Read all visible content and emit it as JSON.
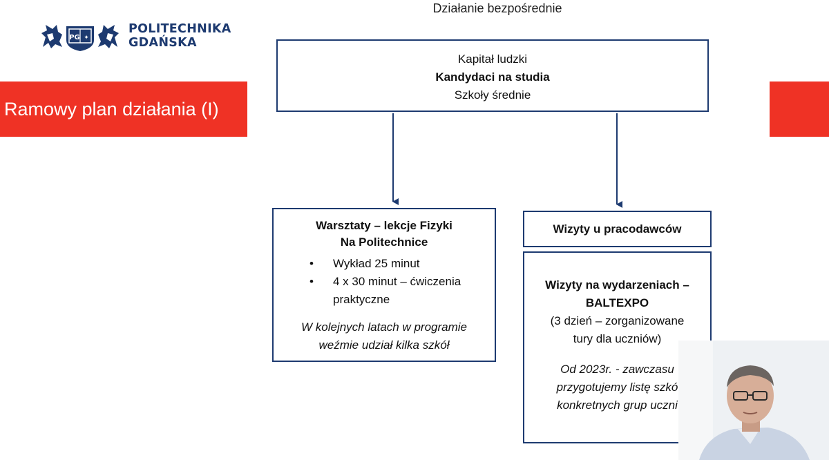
{
  "header": {
    "logo_mark": "PG",
    "logo_line1": "POLITECHNIKA",
    "logo_line2": "GDAŃSKA",
    "top_label": "Działanie bezpośrednie",
    "slide_title": "Ramowy plan działania (I)"
  },
  "top_box": {
    "line1": "Kapitał ludzki",
    "line2": "Kandydaci na studia",
    "line3": "Szkoły średnie"
  },
  "left_box": {
    "title1": "Warsztaty – lekcje Fizyki",
    "title2": "Na Politechnice",
    "bullets": [
      "Wykład 25 minut",
      "4 x 30 minut – ćwiczenia praktyczne"
    ],
    "note1": "W kolejnych latach w programie",
    "note2": "weźmie udział kilka szkół"
  },
  "right_box_a": {
    "label": "Wizyty u pracodawców"
  },
  "right_box_b": {
    "title1": "Wizyty na wydarzeniach –",
    "title2": "BALTEXPO",
    "sub1": "(3 dzień – zorganizowane",
    "sub2": "tury dla uczniów)",
    "note1": "Od 2023r. - zawczasu",
    "note2": "przygotujemy listę szkó",
    "note3": "konkretnych grup uczni"
  },
  "colors": {
    "accent_red": "#ef3225",
    "navy": "#1d3a70"
  }
}
